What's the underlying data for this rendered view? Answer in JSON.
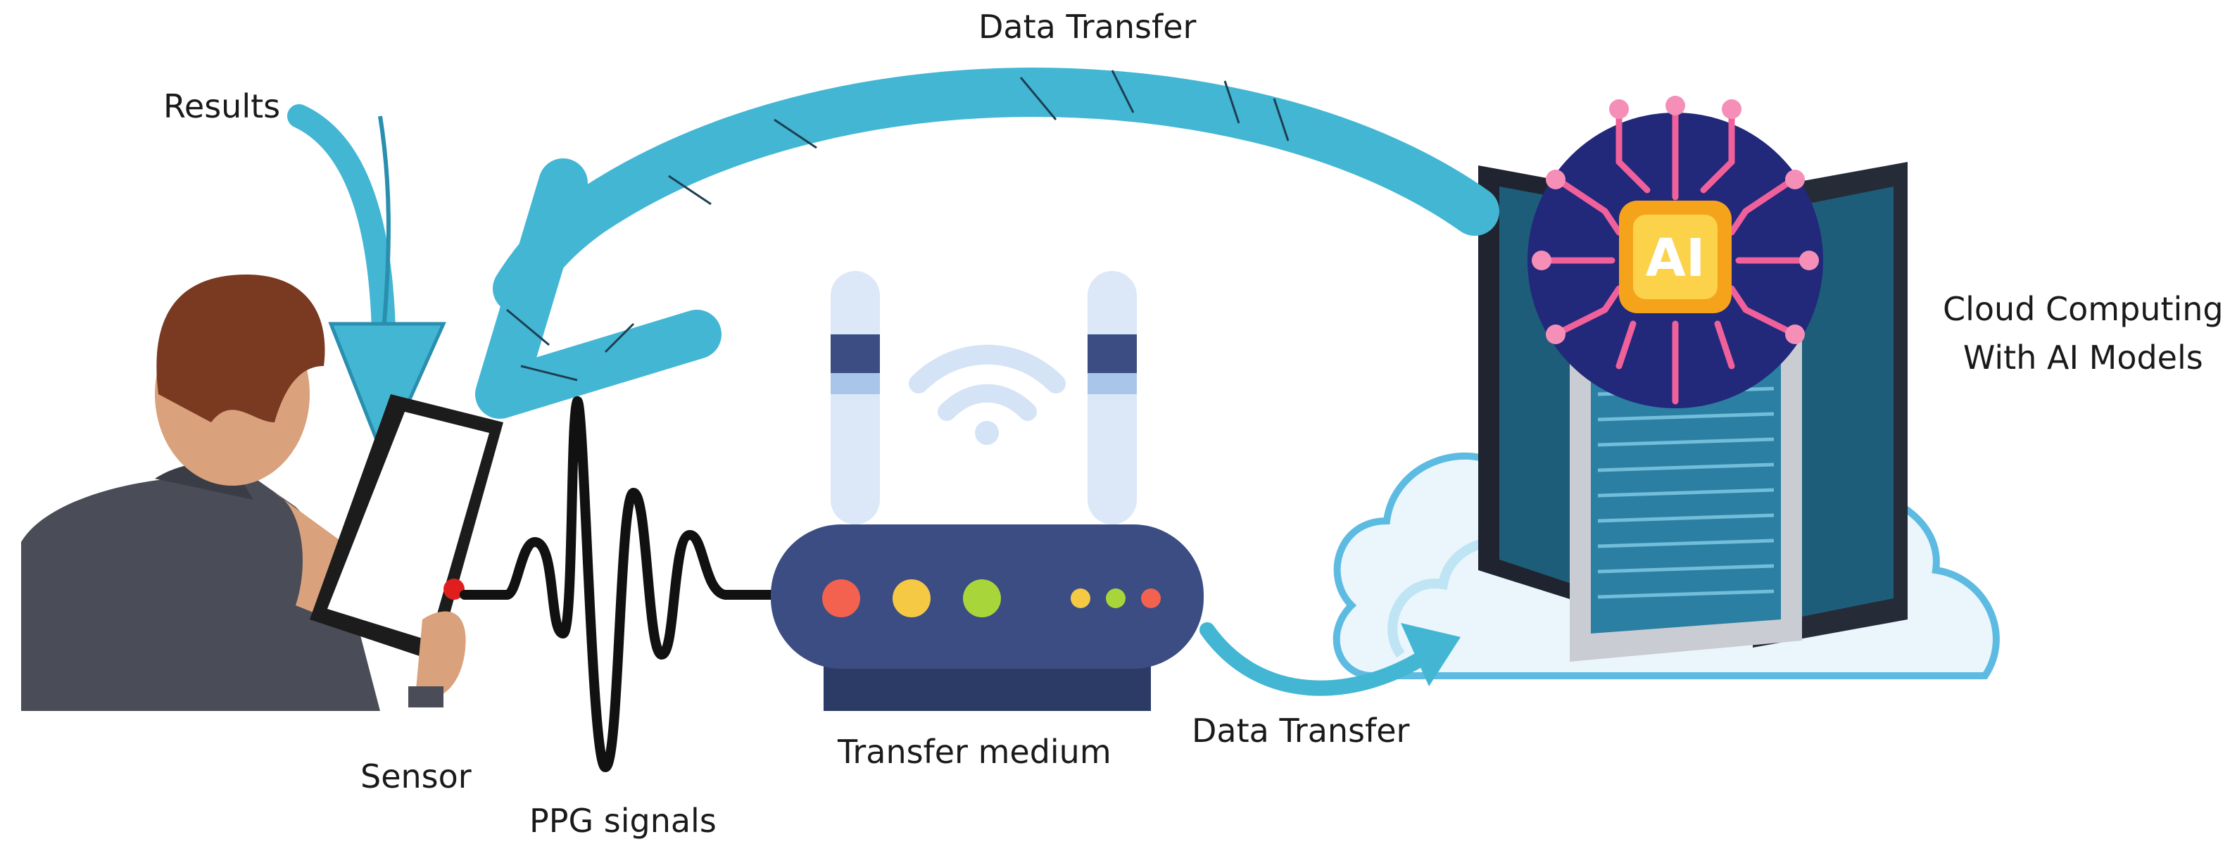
{
  "labels": {
    "results": "Results",
    "data_transfer_top": "Data Transfer",
    "cloud_line1": "Cloud Computing",
    "cloud_line2": "With AI Models",
    "sensor": "Sensor",
    "ppg_signals": "PPG signals",
    "transfer_medium": "Transfer medium",
    "data_transfer_bottom": "Data Transfer",
    "ai_chip": "AI"
  },
  "colors": {
    "arrow": "#43b6d4",
    "arrow_dark": "#2a8fae",
    "router_body": "#3b4d82",
    "router_base": "#2c3a66",
    "antenna": "#dce8f7",
    "antenna_band": "#3b4d82",
    "wifi": "#d4e3f5",
    "led_red": "#f2624f",
    "led_yellow": "#f6c945",
    "led_green": "#a8d63a",
    "brain_bg": "#22287a",
    "brain_circuit": "#f0609a",
    "chip_outer": "#f6a31c",
    "chip_inner": "#fbd24a",
    "server": "#1f2430",
    "server_rack": "#2d6f8e",
    "cloud": "#e6f4fb",
    "cloud_edge": "#4fb4dd",
    "skin": "#d9a27c",
    "hair": "#7a3a22",
    "jacket": "#4a4d57",
    "tablet": "#1c1c1c",
    "signal": "#111111",
    "sensor_dot": "#e01e1e"
  },
  "icons": [
    "person-icon",
    "tablet-icon",
    "router-icon",
    "wifi-icon",
    "server-icon",
    "cloud-icon",
    "ai-brain-icon"
  ]
}
